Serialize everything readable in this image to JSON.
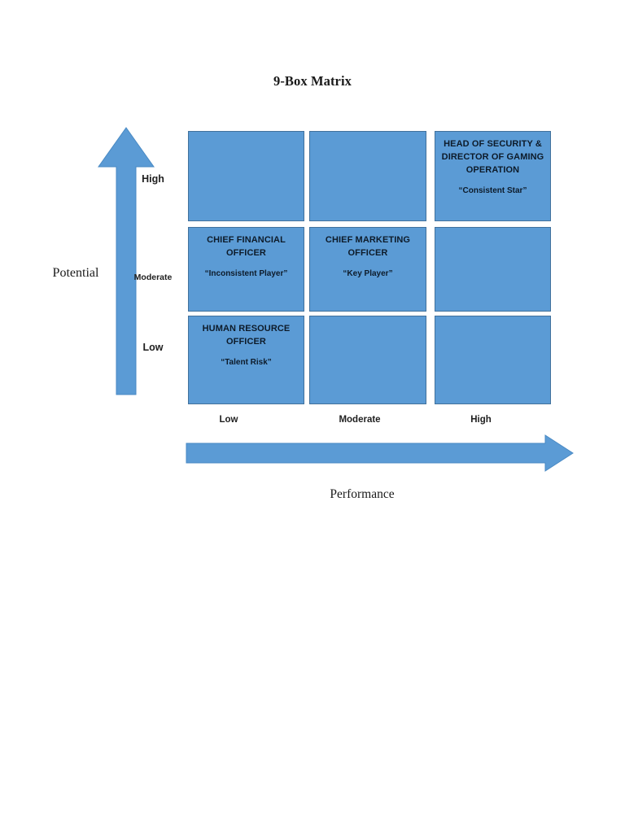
{
  "chart_title": "9-Box Matrix",
  "axes": {
    "y": {
      "title": "Potential",
      "ticks": [
        "High",
        "Moderate",
        "Low"
      ],
      "arrow_direction": "up"
    },
    "x": {
      "title": "Performance",
      "ticks": [
        "Low",
        "Moderate",
        "High"
      ],
      "arrow_direction": "right"
    }
  },
  "colors": {
    "box_fill": "#5B9BD5",
    "box_border": "#41719C",
    "arrow_fill": "#5B9BD5",
    "arrow_border": "#41719C",
    "text": "#0d1b2a",
    "background": "#ffffff"
  },
  "chart_data": {
    "type": "table",
    "title": "9-Box Matrix",
    "xlabel": "Performance",
    "ylabel": "Potential",
    "x_categories": [
      "Low",
      "Moderate",
      "High"
    ],
    "y_categories": [
      "High",
      "Moderate",
      "Low"
    ],
    "cells": [
      {
        "row": "High",
        "col": "Low",
        "role": "",
        "label": ""
      },
      {
        "row": "High",
        "col": "Moderate",
        "role": "",
        "label": ""
      },
      {
        "row": "High",
        "col": "High",
        "role": "HEAD OF SECURITY & DIRECTOR OF GAMING OPERATION",
        "label": "“Consistent Star”"
      },
      {
        "row": "Moderate",
        "col": "Low",
        "role": "CHIEF FINANCIAL OFFICER",
        "label": "“Inconsistent Player”"
      },
      {
        "row": "Moderate",
        "col": "Moderate",
        "role": "CHIEF MARKETING OFFICER",
        "label": "“Key Player”"
      },
      {
        "row": "Moderate",
        "col": "High",
        "role": "",
        "label": ""
      },
      {
        "row": "Low",
        "col": "Low",
        "role": "HUMAN RESOURCE OFFICER",
        "label": "“Talent Risk”"
      },
      {
        "row": "Low",
        "col": "Moderate",
        "role": "",
        "label": ""
      },
      {
        "row": "Low",
        "col": "High",
        "role": "",
        "label": ""
      }
    ]
  }
}
